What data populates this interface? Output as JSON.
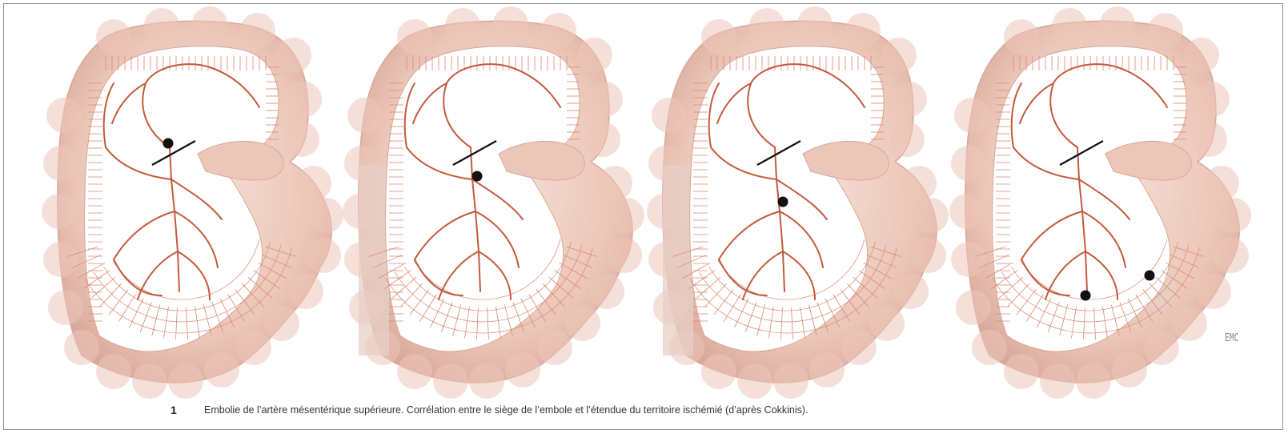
{
  "figure": {
    "number": "1",
    "caption": "Embolie de l’artère mésentérique supérieure. Corrélation entre le siège de l’embole et l’étendue du territoire ischémié (d’après Cokkinis)."
  },
  "logo": {
    "text": "EMC"
  },
  "colors": {
    "bowel_light": "#f6e1d9",
    "bowel_mid": "#ecc7b9",
    "bowel_dark": "#d9a89a",
    "ischemic": "#e7cfc6",
    "artery": "#c55a3c",
    "vessel": "#d88a72",
    "embolus": "#111111"
  },
  "panels": [
    {
      "id": "embolus-origin",
      "emboli": [
        "origin"
      ]
    },
    {
      "id": "embolus-after-middle-colic",
      "emboli": [
        "trunk-upper"
      ]
    },
    {
      "id": "embolus-mid-trunk",
      "emboli": [
        "trunk-mid"
      ]
    },
    {
      "id": "embolus-peripheral-branches",
      "emboli": [
        "periphery-left",
        "periphery-right"
      ]
    }
  ]
}
